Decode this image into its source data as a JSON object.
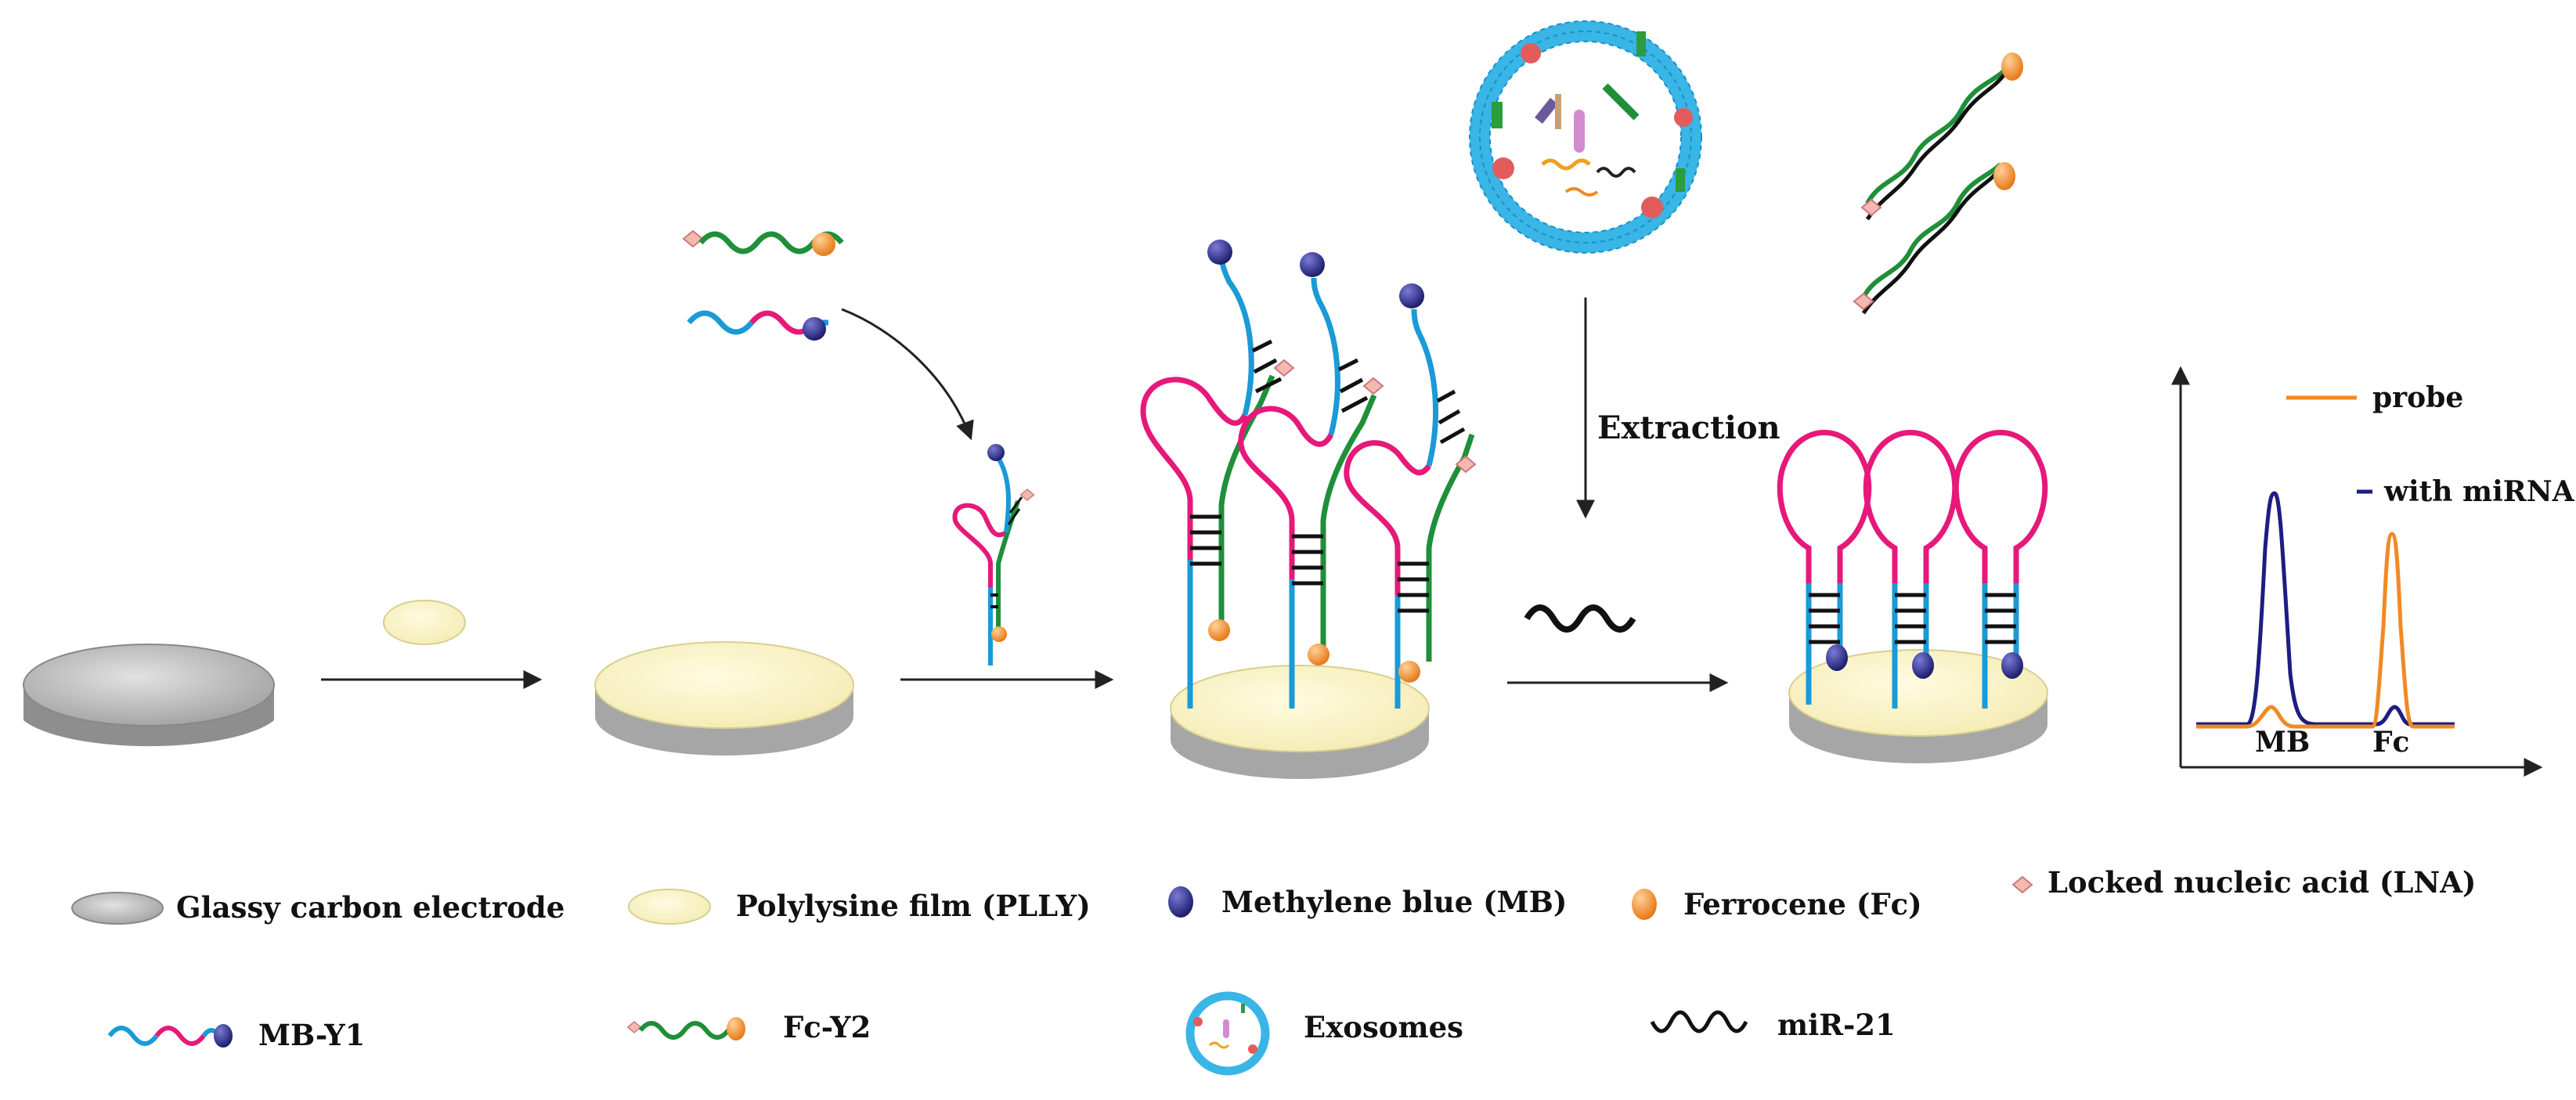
{
  "diagram": {
    "extraction_label": "Extraction",
    "graph": {
      "legend": [
        {
          "name": "probe",
          "color": "#f08a24"
        },
        {
          "name": "with miRNA",
          "color": "#1d1d82"
        }
      ],
      "peak_labels": [
        "MB",
        "Fc"
      ]
    }
  },
  "legend": {
    "items": [
      {
        "label": "Glassy carbon electrode",
        "icon": "glassy-carbon-electrode-icon"
      },
      {
        "label": "Polylysine film (PLLY)",
        "icon": "polylysine-film-icon"
      },
      {
        "label": "Methylene blue (MB)",
        "icon": "methylene-blue-icon"
      },
      {
        "label": "Ferrocene (Fc)",
        "icon": "ferrocene-icon"
      },
      {
        "label": "Locked nucleic acid (LNA)",
        "icon": "lna-icon"
      },
      {
        "label": "MB-Y1",
        "icon": "mb-y1-strand-icon"
      },
      {
        "label": "Fc-Y2",
        "icon": "fc-y2-strand-icon"
      },
      {
        "label": "Exosomes",
        "icon": "exosome-icon"
      },
      {
        "label": "miR-21",
        "icon": "mir21-icon"
      }
    ]
  },
  "colors": {
    "blue_strand": "#1a9ad6",
    "magenta_strand": "#e6197a",
    "green_strand": "#1f8f3a",
    "mb_bead": "#2a2a8c",
    "fc_bead": "#f08a24",
    "lna": "#f4b8b0",
    "electrode_top": "#bdbdbd",
    "film": "#fbf5c8"
  }
}
